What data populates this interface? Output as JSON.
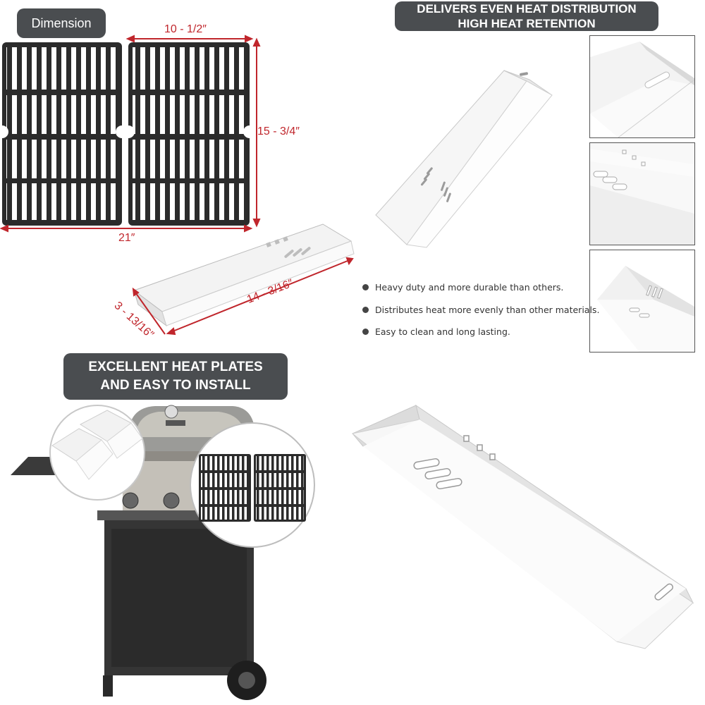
{
  "dimension_label": "Dimension",
  "heat_banner": {
    "line1": "DELIVERS EVEN HEAT DISTRIBUTION",
    "line2": "HIGH HEAT RETENTION"
  },
  "install_banner": {
    "line1": "EXCELLENT HEAT PLATES",
    "line2": "AND EASY TO INSTALL"
  },
  "dimensions": {
    "grate_width": "10 - 1/2″",
    "grate_height": "15 - 3/4″",
    "total_width": "21″",
    "plate_length": "14 - 3/16″",
    "plate_width": "3 - 13/16″"
  },
  "features": [
    "Heavy duty and more durable than others.",
    "Distributes heat more evenly than other materials.",
    "Easy to clean and long lasting."
  ],
  "colors": {
    "banner": "#4a4d50",
    "dimension": "#c0262c",
    "grate": "#2b2b2b"
  }
}
